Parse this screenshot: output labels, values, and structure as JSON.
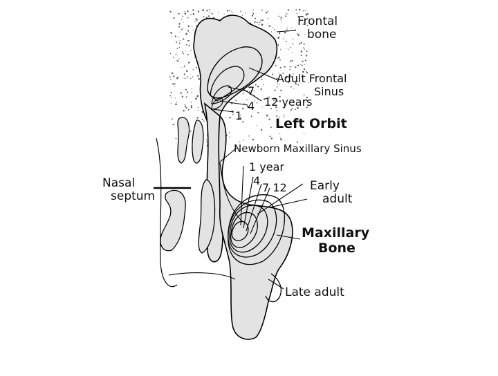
{
  "labels": {
    "frontal_bone": [
      "Frontal",
      "bone"
    ],
    "adult_frontal_sinus": [
      "Adult Frontal",
      "Sinus"
    ],
    "age_7": "7",
    "age_4_top": "4",
    "age_1_top": "1",
    "age_12_years": "12 years",
    "left_orbit": "Left Orbit",
    "newborn_maxillary_sinus": "Newborn Maxillary Sinus",
    "one_year": "1 year",
    "age_4_mid": "4",
    "age_7_12": "7 12",
    "nasal_septum": [
      "Nasal",
      "septum"
    ],
    "early_adult": [
      "Early",
      "adult"
    ],
    "maxillary_bone": [
      "Maxillary",
      "Bone"
    ],
    "late_adult": "Late adult"
  },
  "colors": {
    "bone_fill": "#e3e3e3",
    "stipple": "#555555",
    "line": "#000000",
    "background": "#ffffff"
  }
}
